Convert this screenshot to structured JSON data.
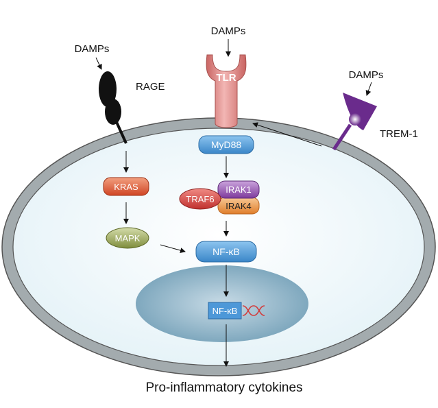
{
  "labels": {
    "damps_rage": "DAMPs",
    "damps_tlr": "DAMPs",
    "damps_trem": "DAMPs",
    "rage": "RAGE",
    "tlr": "TLR",
    "trem1": "TREM-1",
    "myd88": "MyD88",
    "irak1": "IRAK1",
    "irak4": "IRAK4",
    "traf6": "TRAF6",
    "kras": "KRAS",
    "mapk": "MAPK",
    "nfkb_cyto": "NF-κB",
    "nfkb_nucleus": "NF-κB",
    "output": "Pro-inflammatory cytokines"
  },
  "colors": {
    "membrane": "#a9b0b3",
    "cytoplasm": "#eef7fb",
    "nucleus": "#8fb3c6",
    "myd88": "#4d95cf",
    "nfkb": "#3d8fd3",
    "kras": "#d9532f",
    "mapk": "#8e9b4c",
    "traf6": "#cc3b37",
    "irak1": "#8b4aa6",
    "irak4": "#e98b3a",
    "tlr": "#d67a78",
    "rage": "#111111",
    "trem1": "#6a2b8c",
    "dna": "#d23b3b"
  }
}
